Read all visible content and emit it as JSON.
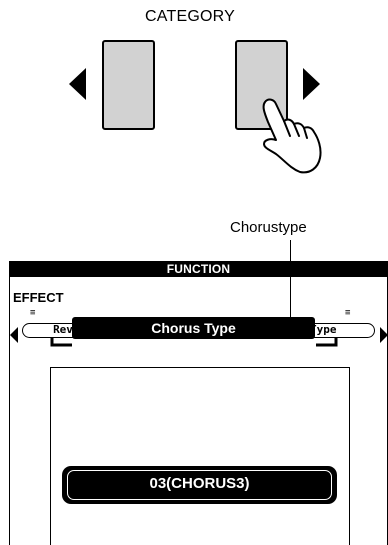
{
  "category_panel": {
    "title": "CATEGORY",
    "icons": [
      "arrow-left-icon",
      "arrow-right-icon",
      "pointing-hand-icon"
    ]
  },
  "callout": {
    "label": "Chorustype"
  },
  "lcd": {
    "header": "FUNCTION",
    "section": "EFFECT",
    "items": {
      "reverb": "Reverb Type",
      "dsp": "DSP Type",
      "chorus": "Chorus Type"
    },
    "value": "03(CHORUS3)"
  }
}
